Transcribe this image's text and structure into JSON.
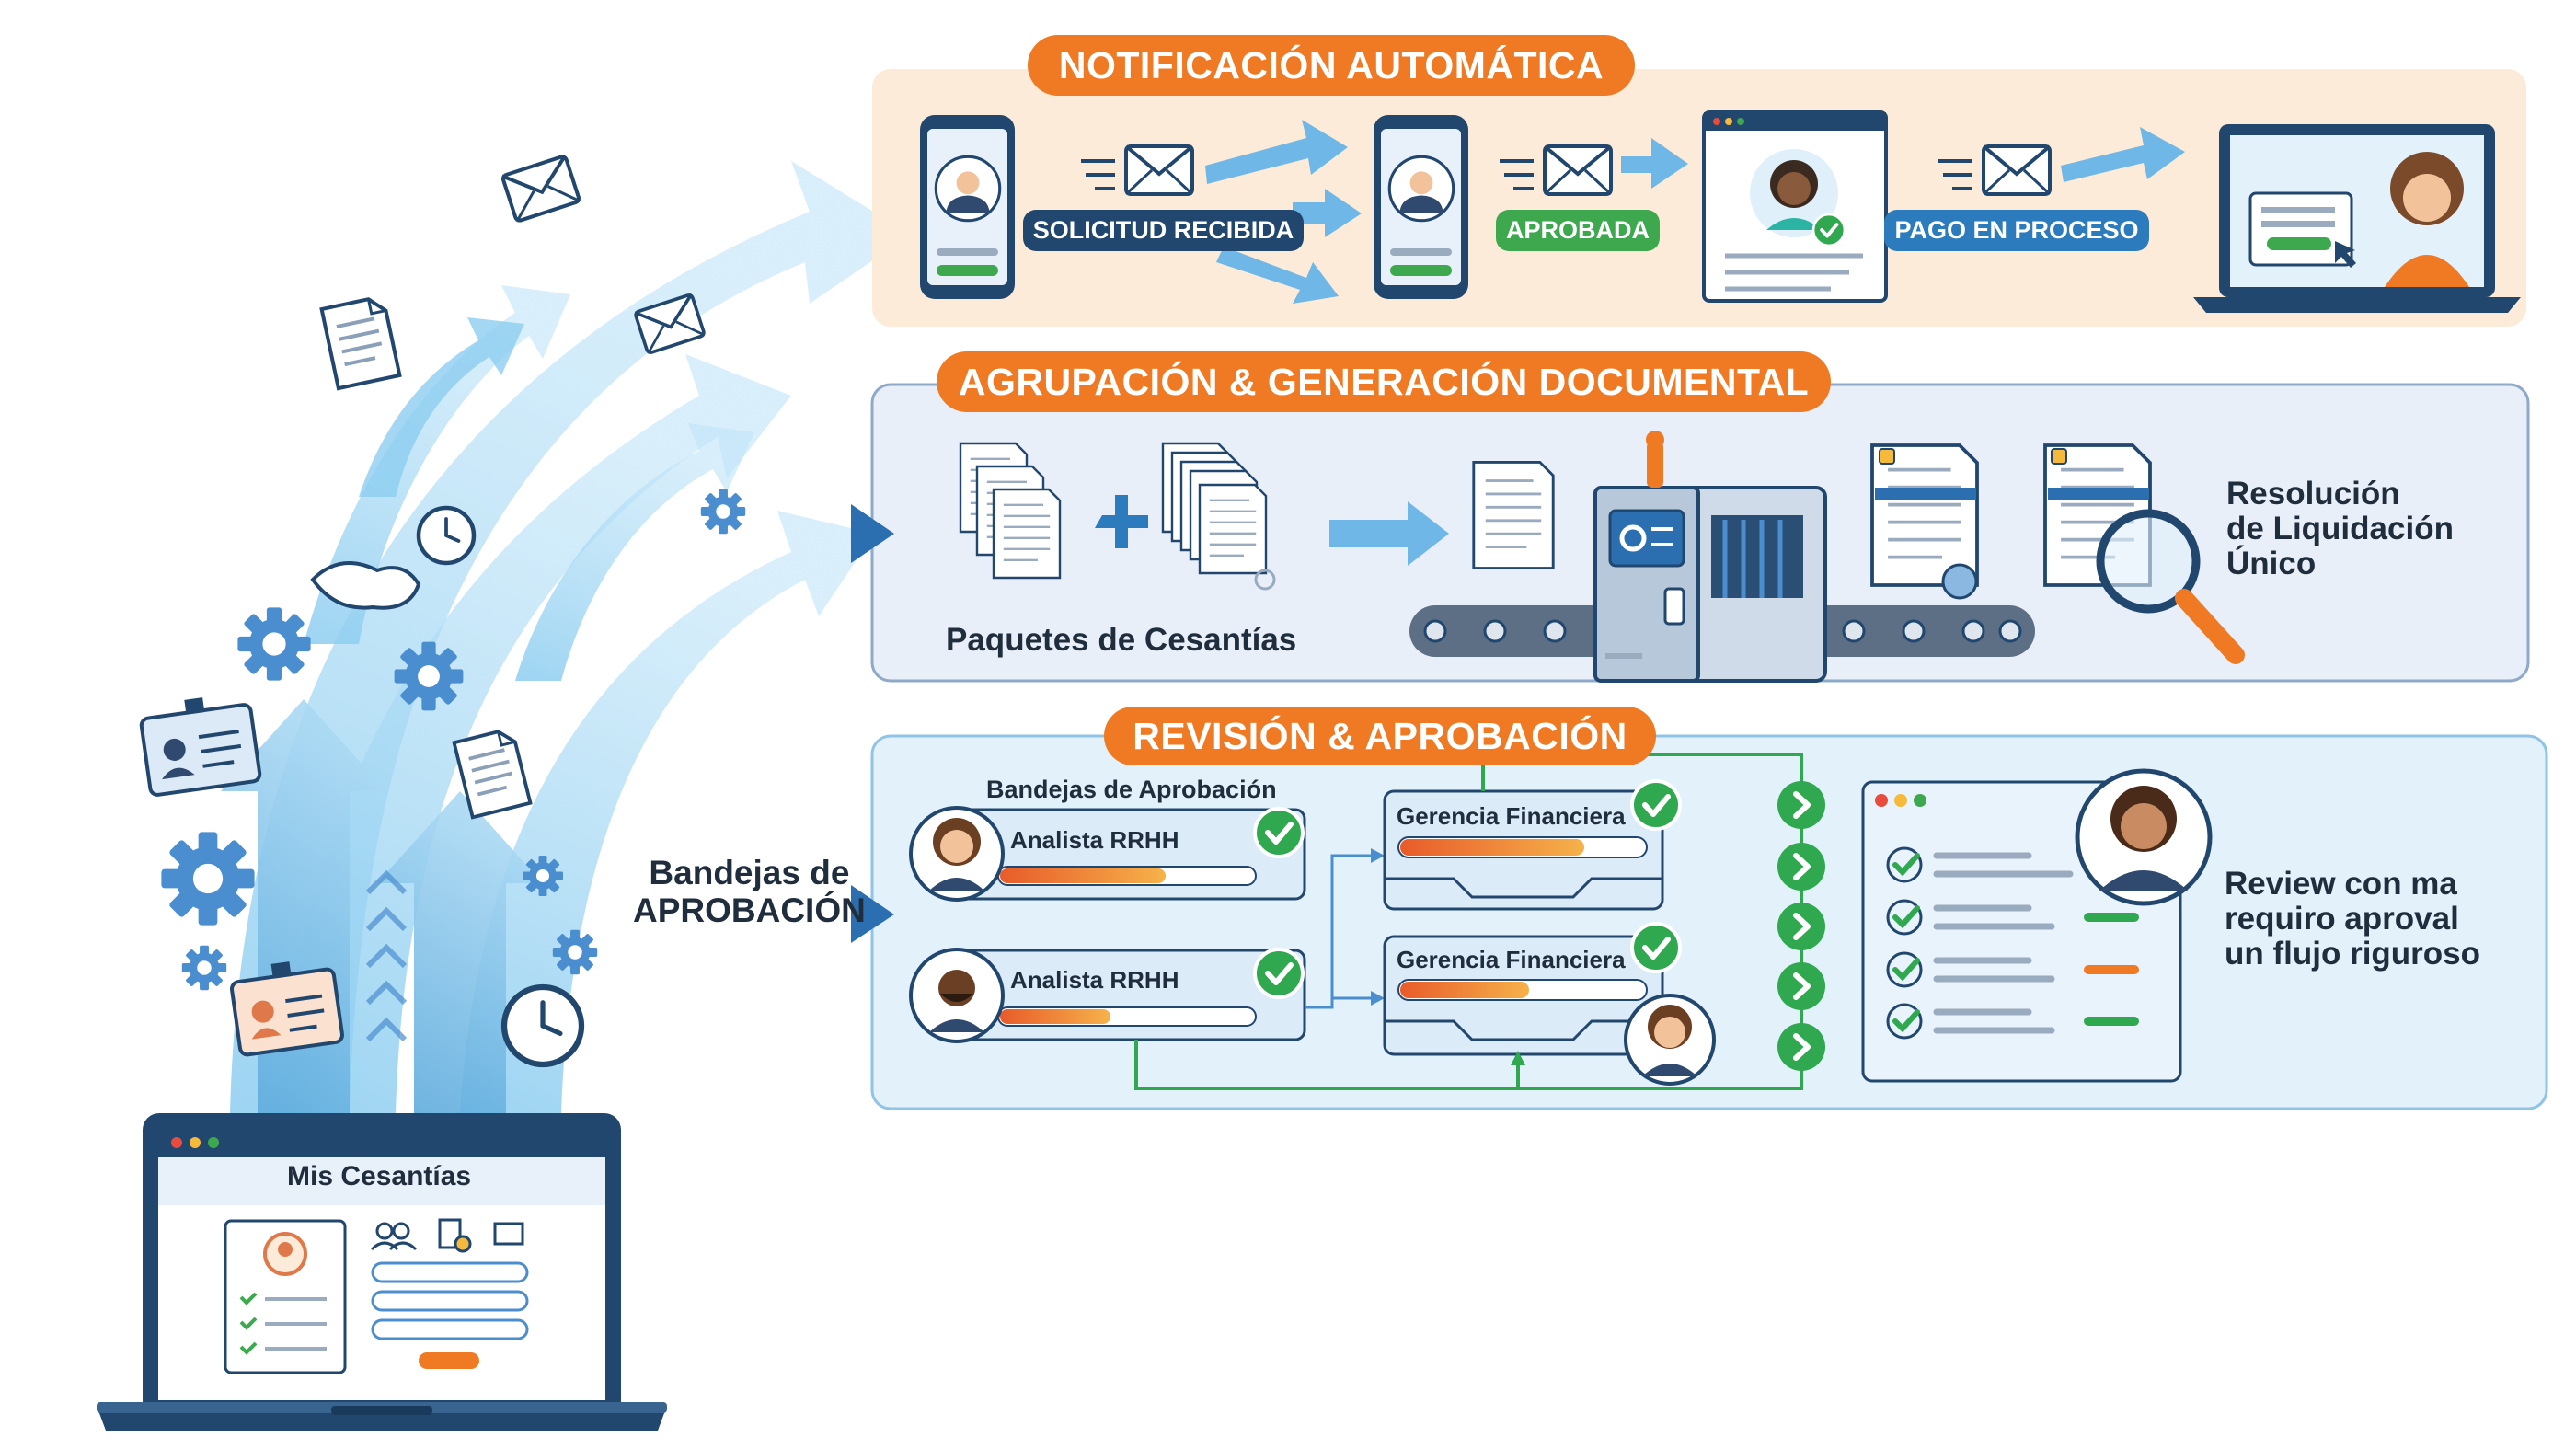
{
  "colors": {
    "orange": "#ef7a23",
    "orange_panel": "#fdebd9",
    "blue_panel": "#e8eff8",
    "light_blue_panel": "#e3f1fb",
    "navy_chip": "#22476e",
    "green_chip": "#3ea84f",
    "blue_chip": "#2b7bbd",
    "check_green": "#2fa84f",
    "arrow_blue": "#7cc1ea"
  },
  "sections": {
    "notificacion": {
      "title": "NOTIFICACIÓN AUTOMÁTICA",
      "steps": [
        "SOLICITUD RECIBIDA",
        "APROBADA",
        "PAGO EN PROCESO"
      ]
    },
    "agrupacion": {
      "title": "AGRUPACIÓN & GENERACIÓN DOCUMENTAL",
      "packages_label": "Paquetes de Cesantías",
      "result_line1": "Resolución",
      "result_line2": "de Liquidación",
      "result_line3": "Único"
    },
    "revision": {
      "title": "REVISIÓN & APROBACIÓN",
      "trays_title": "Bandejas de Aprobación",
      "analyst_1": "Analista RRHH",
      "analyst_2": "Analista RRHH",
      "manager_1": "Gerencia Financiera",
      "manager_2": "Gerencia Financiera",
      "note_line1": "Review con ma",
      "note_line2": "requiro aproval",
      "note_line3": "un flujo riguroso"
    }
  },
  "left": {
    "trays_label_line1": "Bandejas de",
    "trays_label_line2": "APROBACIÓN"
  },
  "laptop": {
    "title": "Mis Cesantías"
  }
}
